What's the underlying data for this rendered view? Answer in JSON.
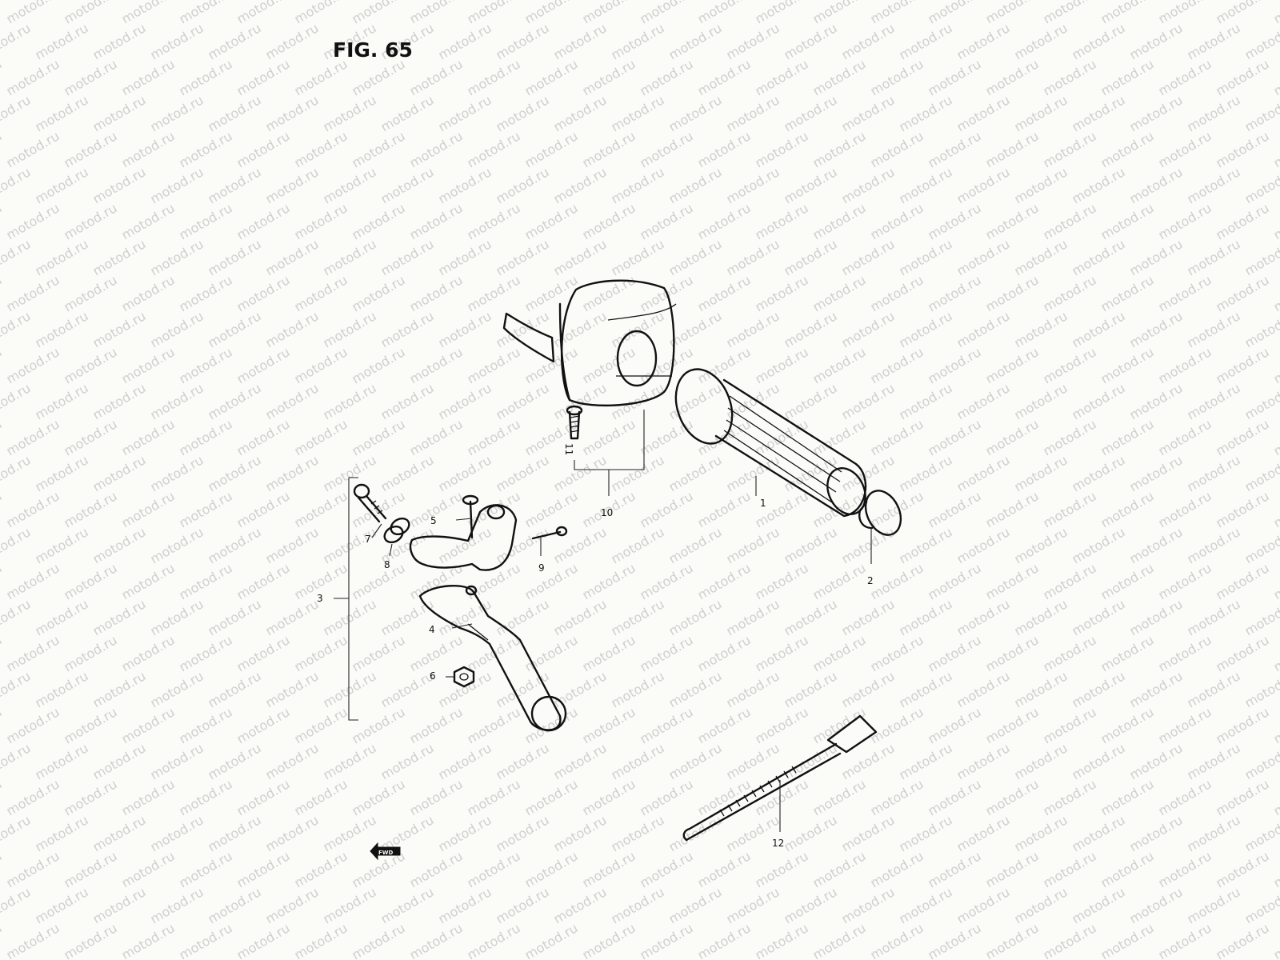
{
  "figure": {
    "title": "FIG. 65",
    "watermark": "motod.ru",
    "fwd_label": "FWD"
  },
  "callouts": [
    {
      "id": "c1",
      "label": "1"
    },
    {
      "id": "c2",
      "label": "2"
    },
    {
      "id": "c3",
      "label": "3"
    },
    {
      "id": "c4",
      "label": "4"
    },
    {
      "id": "c5",
      "label": "5"
    },
    {
      "id": "c6",
      "label": "6"
    },
    {
      "id": "c7",
      "label": "7"
    },
    {
      "id": "c8",
      "label": "8"
    },
    {
      "id": "c9",
      "label": "9"
    },
    {
      "id": "c10",
      "label": "10"
    },
    {
      "id": "c11",
      "label": "11"
    },
    {
      "id": "c12",
      "label": "12"
    }
  ]
}
